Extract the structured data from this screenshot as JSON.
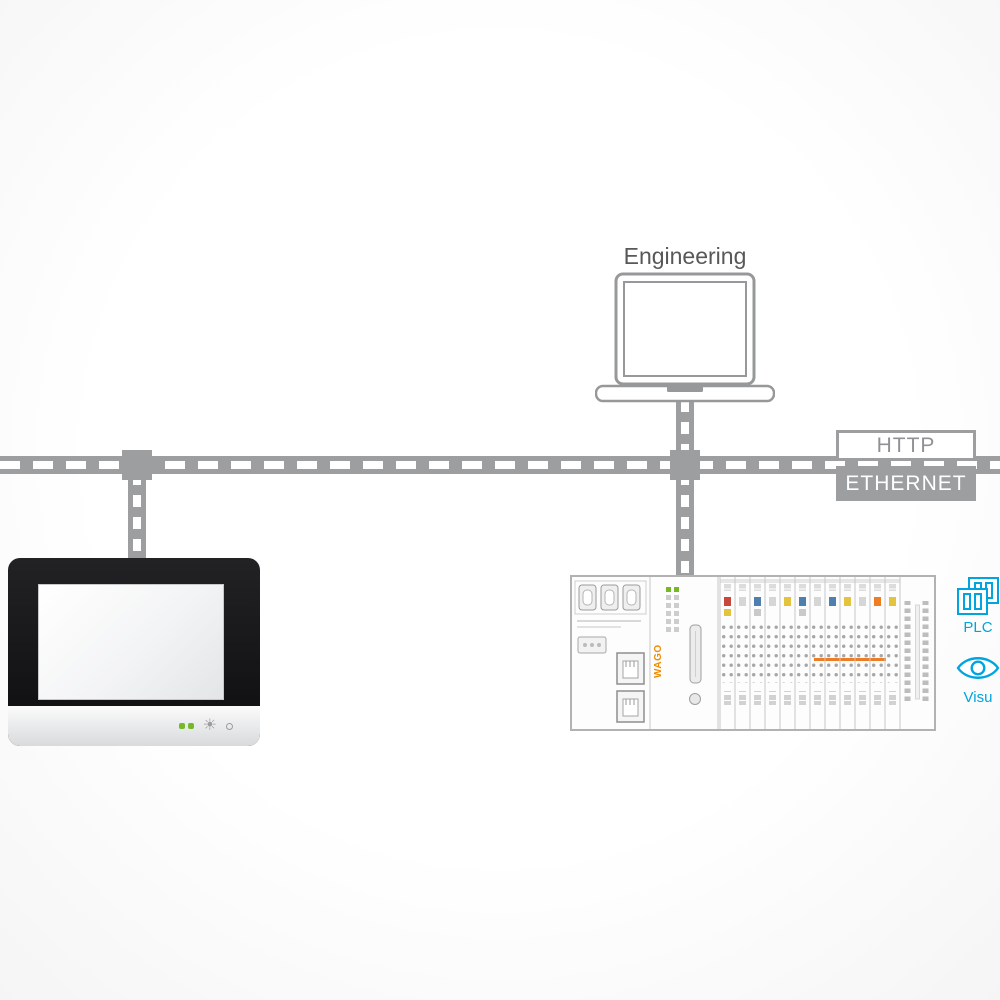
{
  "labels": {
    "engineering": "Engineering",
    "http": "HTTP",
    "ethernet": "ETHERNET",
    "plc": "PLC",
    "visu": "Visu",
    "wago": "WAGO"
  },
  "icons": {
    "brightness": "☀"
  },
  "colors": {
    "bus_gray": "#9c9e9f",
    "accent_cyan": "#00a5df",
    "wago_orange": "#f08a00",
    "status_green": "#76b82a",
    "hmi_bezel_black": "#141416"
  }
}
